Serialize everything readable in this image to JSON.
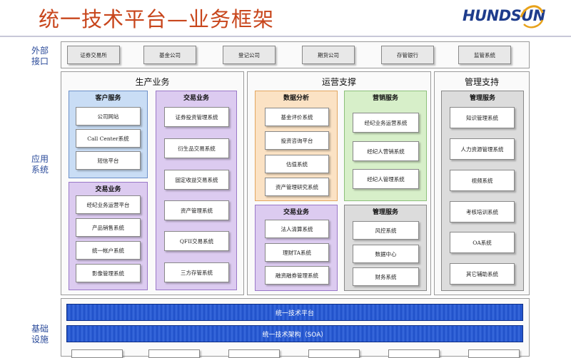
{
  "title": "统一技术平台—业务框架",
  "logo": {
    "text": "HUNDSUN"
  },
  "side_labels": {
    "external": "外部\n接口",
    "application": "应用\n系统",
    "base": "基础\n设施"
  },
  "external": [
    "证券交易所",
    "基金公司",
    "登记公司",
    "期货公司",
    "存管银行",
    "监管系统"
  ],
  "production": {
    "title": "生产业务",
    "customer": {
      "title": "客户服务",
      "items": [
        "公司网站",
        "Call Center系统",
        "短信平台"
      ]
    },
    "trading_left": {
      "title": "交易业务",
      "items": [
        "经纪业务运营平台",
        "产品销售系统",
        "统一帐户系统",
        "影像管理系统"
      ]
    },
    "trading_right": {
      "title": "交易业务",
      "items": [
        "证券投资管理系统",
        "衍生品交易系统",
        "固定收益交易系统",
        "资产管理系统",
        "QFII交易系统",
        "三方存管系统"
      ]
    }
  },
  "operations": {
    "title": "运营支撑",
    "analysis": {
      "title": "数据分析",
      "items": [
        "基金评价系统",
        "投资咨询平台",
        "估值系统",
        "资产管理研究系统"
      ]
    },
    "marketing": {
      "title": "营销服务",
      "items": [
        "经纪业务运营系统",
        "经纪人营销系统",
        "经纪人管理系统"
      ]
    },
    "trading": {
      "title": "交易业务",
      "items": [
        "法人清算系统",
        "理财TA系统",
        "融资融券管理系统"
      ]
    },
    "management": {
      "title": "管理服务",
      "items": [
        "风控系统",
        "数据中心",
        "财务系统"
      ]
    }
  },
  "support": {
    "title": "管理支持",
    "management": {
      "title": "管理服务",
      "items": [
        "知识管理系统",
        "人力资源管理系统",
        "视频系统",
        "考核培训系统",
        "OA系统",
        "其它辅助系统"
      ]
    }
  },
  "bars": {
    "platform": "统一技术平台",
    "architecture": "统一技术架构（SOA）"
  },
  "colors": {
    "title": "#c8461c",
    "side_label": "#2a4a9a",
    "bar": "#1d4ec7"
  }
}
